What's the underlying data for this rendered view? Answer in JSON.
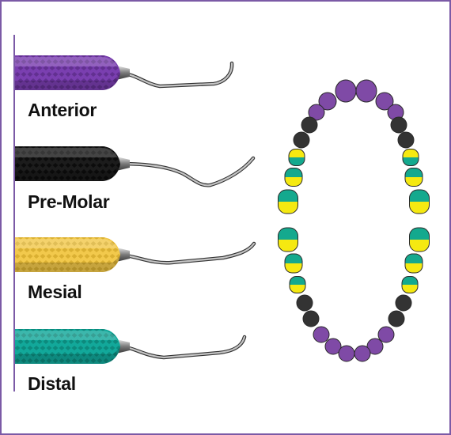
{
  "instruments": [
    {
      "label": "Anterior",
      "handle_color": "#7a3fb0",
      "handle_dark": "#4e2577"
    },
    {
      "label": "Pre-Molar",
      "handle_color": "#1c1c1c",
      "handle_dark": "#000000"
    },
    {
      "label": "Mesial",
      "handle_color": "#f2c94c",
      "handle_dark": "#c79a1e"
    },
    {
      "label": "Distal",
      "handle_color": "#12a89a",
      "handle_dark": "#0a7166"
    }
  ],
  "colors": {
    "frame": "#7b5aa6",
    "anterior_teeth": "#7f4aa6",
    "premolar_teeth": "#333333",
    "mesial_face": "#f5e911",
    "distal_face": "#14a98e",
    "tooth_outline": "#2a2a2a",
    "shaft": "#8c8c8c"
  }
}
